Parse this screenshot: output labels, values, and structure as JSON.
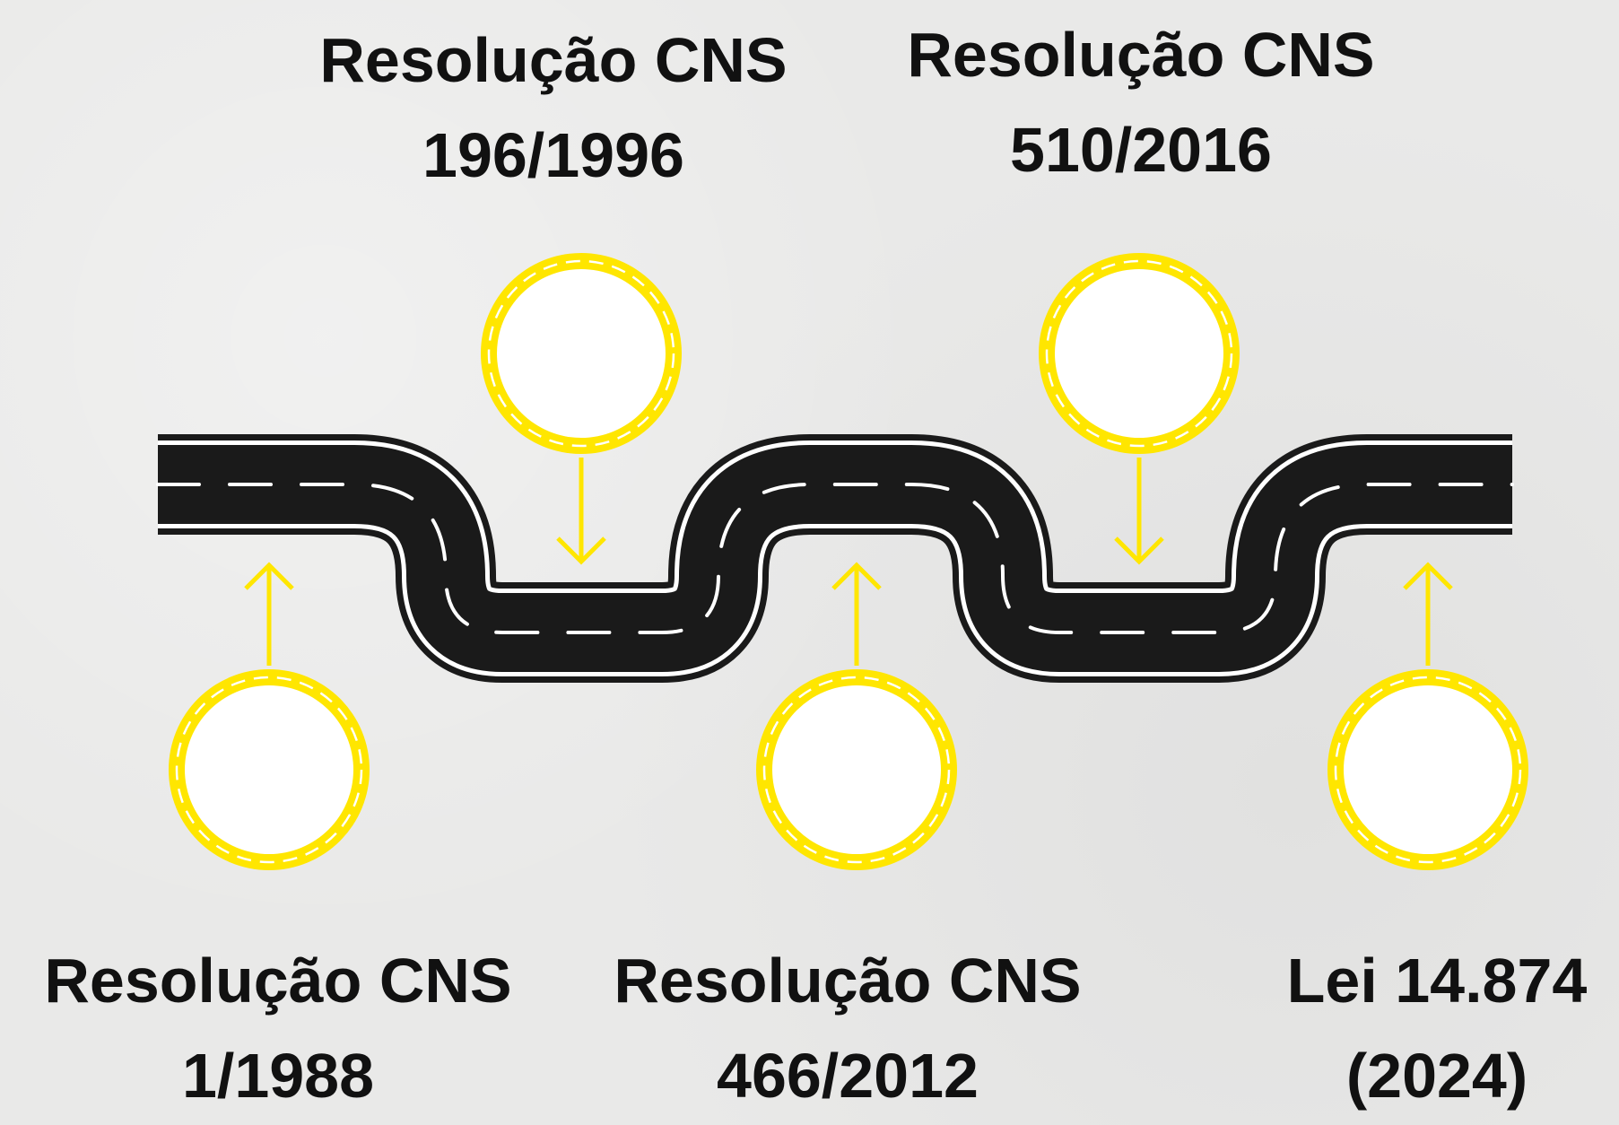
{
  "colors": {
    "background": "#ebebea",
    "road": "#1a1a1a",
    "road_edge": "#ffffff",
    "accent": "#ffe600",
    "node_fill": "#ffffff",
    "text": "#111111"
  },
  "milestones": [
    {
      "line1": "Resolução CNS",
      "line2": "1/1988"
    },
    {
      "line1": "Resolução CNS",
      "line2": "196/1996"
    },
    {
      "line1": "Resolução CNS",
      "line2": "466/2012"
    },
    {
      "line1": "Resolução CNS",
      "line2": "510/2016"
    },
    {
      "line1": "Lei 14.874",
      "line2": "(2024)"
    }
  ]
}
